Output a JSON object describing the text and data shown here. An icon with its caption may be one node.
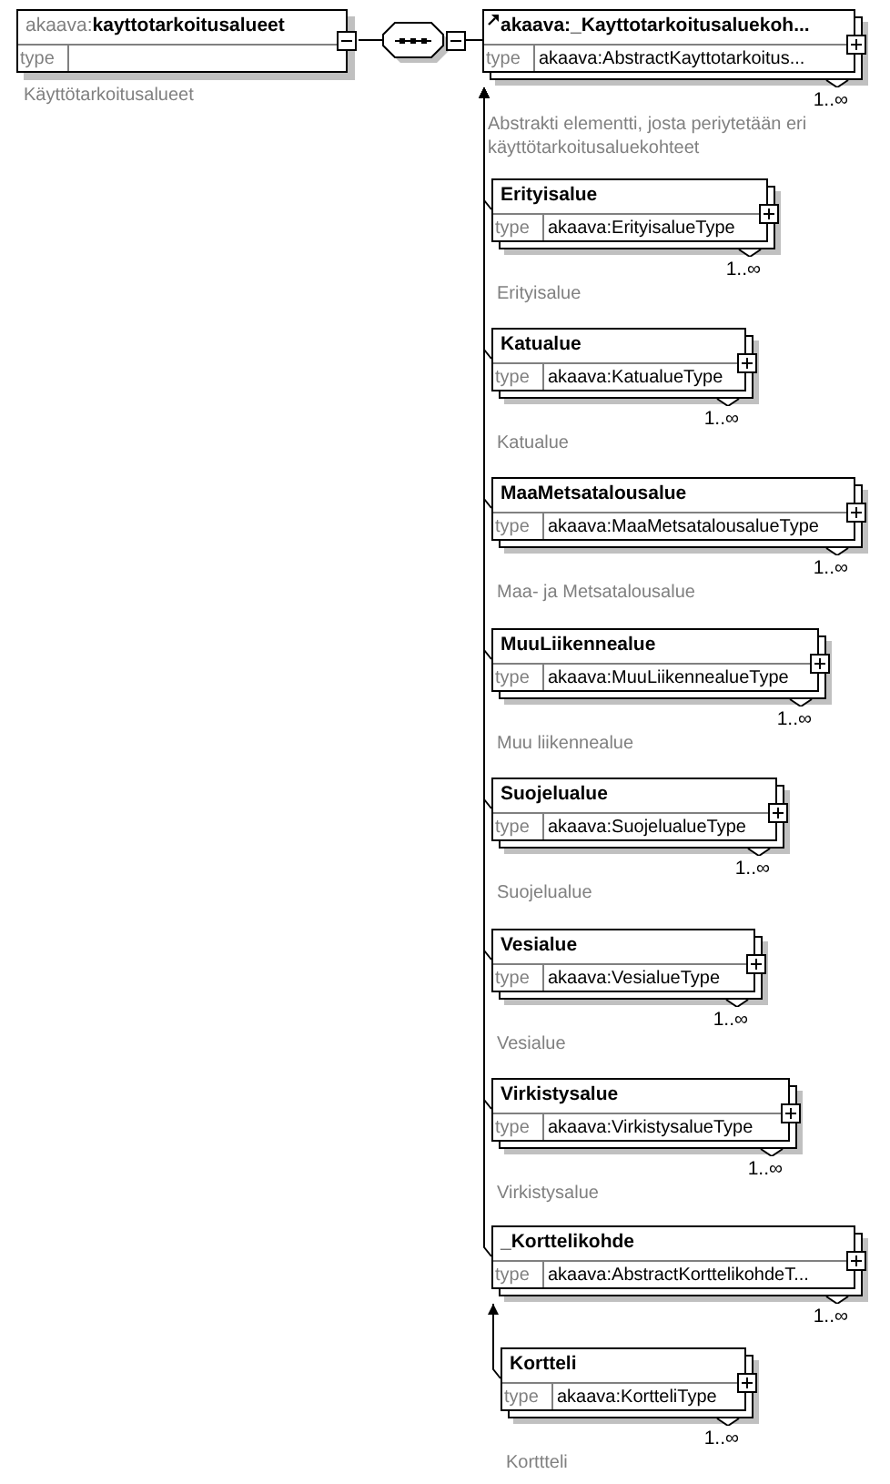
{
  "diagram": {
    "nodes": [
      {
        "text": [
          "akaava:**kayttotarkoitusalueet**",
          "type"
        ],
        "beside": [
          "Käyttötarkoitusalueet"
        ]
      },
      {
        "text": [],
        "shape": "octagon"
      },
      {
        "text": [
          "akaava:_Kayttotarkoitusaluekoh...",
          "type",
          "akaava:AbstractKayttotarkoitus..."
        ],
        "beside": [
          "1..∞",
          "Abstrakti elementti, josta periytetään eri käyttötarkoitusaluekohteet"
        ]
      },
      {
        "text": [
          "Erityisalue",
          "type",
          "akaava:ErityisalueType"
        ],
        "beside": [
          "1..∞",
          "Erityisalue"
        ]
      },
      {
        "text": [
          "Katualue",
          "type",
          "akaava:KatualueType"
        ],
        "beside": [
          "1..∞",
          "Katualue"
        ]
      },
      {
        "text": [
          "MaaMetsatalousalue",
          "type",
          "akaava:MaaMetsatalousalueType"
        ],
        "beside": [
          "1..∞",
          "Maa- ja Metsatalousalue"
        ]
      },
      {
        "text": [
          "MuuLiikennealue",
          "type",
          "akaava:MuuLiikennealueType"
        ],
        "beside": [
          "1..∞",
          "Muu liikennealue"
        ]
      },
      {
        "text": [
          "Suojelualue",
          "type",
          "akaava:SuojelualueType"
        ],
        "beside": [
          "1..∞",
          "Suojelualue"
        ]
      },
      {
        "text": [
          "Vesialue",
          "type",
          "akaava:VesialueType"
        ],
        "beside": [
          "1..∞",
          "Vesialue"
        ]
      },
      {
        "text": [
          "Virkistysalue",
          "type",
          "akaava:VirkistysalueType"
        ],
        "beside": [
          "1..∞",
          "Virkistysalue"
        ]
      },
      {
        "text": [
          "_Korttelikohde",
          "type",
          "akaava:AbstractKorttelikohdeT..."
        ],
        "beside": [
          "1..∞"
        ]
      },
      {
        "text": [
          "Kortteli",
          "type",
          "akaava:KortteliType"
        ],
        "beside": [
          "1..∞",
          "Korttteli"
        ]
      }
    ],
    "edges": [
      {
        "from": 0,
        "to": 1,
        "arrow": "none"
      },
      {
        "from": 1,
        "to": 2,
        "arrow": "none"
      },
      {
        "from": 3,
        "to": 2,
        "arrow": "to"
      },
      {
        "from": 4,
        "to": 2,
        "arrow": "to"
      },
      {
        "from": 5,
        "to": 2,
        "arrow": "to"
      },
      {
        "from": 6,
        "to": 2,
        "arrow": "to"
      },
      {
        "from": 7,
        "to": 2,
        "arrow": "to"
      },
      {
        "from": 8,
        "to": 2,
        "arrow": "to"
      },
      {
        "from": 9,
        "to": 2,
        "arrow": "to"
      },
      {
        "from": 10,
        "to": 2,
        "arrow": "to"
      },
      {
        "from": 11,
        "to": 10,
        "arrow": "to"
      }
    ]
  }
}
